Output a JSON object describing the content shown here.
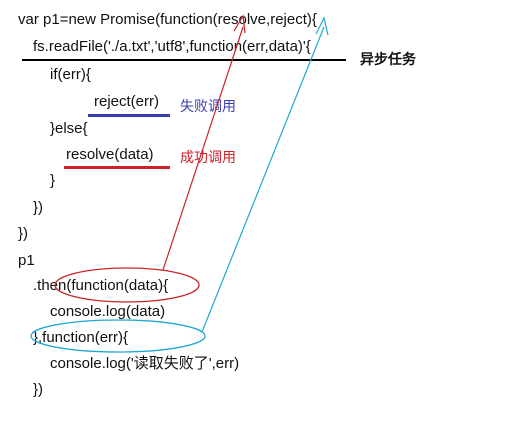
{
  "code": {
    "lines": [
      "var p1=new Promise(function(resolve,reject){",
      "fs.readFile('./a.txt','utf8',function(err,data)'{",
      "if(err){",
      "reject(err)",
      "}else{",
      "resolve(data)",
      "}",
      "})",
      "})",
      "p1",
      ".then(function(data){",
      "console.log(data)",
      "},function(err){",
      "console.log('读取失败了',err)",
      "})"
    ]
  },
  "annotations": {
    "async_task": "异步任务",
    "fail_call": "失败调用",
    "success_call": "成功调用"
  },
  "colors": {
    "async_line": "#000000",
    "fail": "#3a3fb0",
    "success": "#d0202a",
    "red_arrow": "#c8242c",
    "cyan_arrow": "#1fa8d6"
  }
}
